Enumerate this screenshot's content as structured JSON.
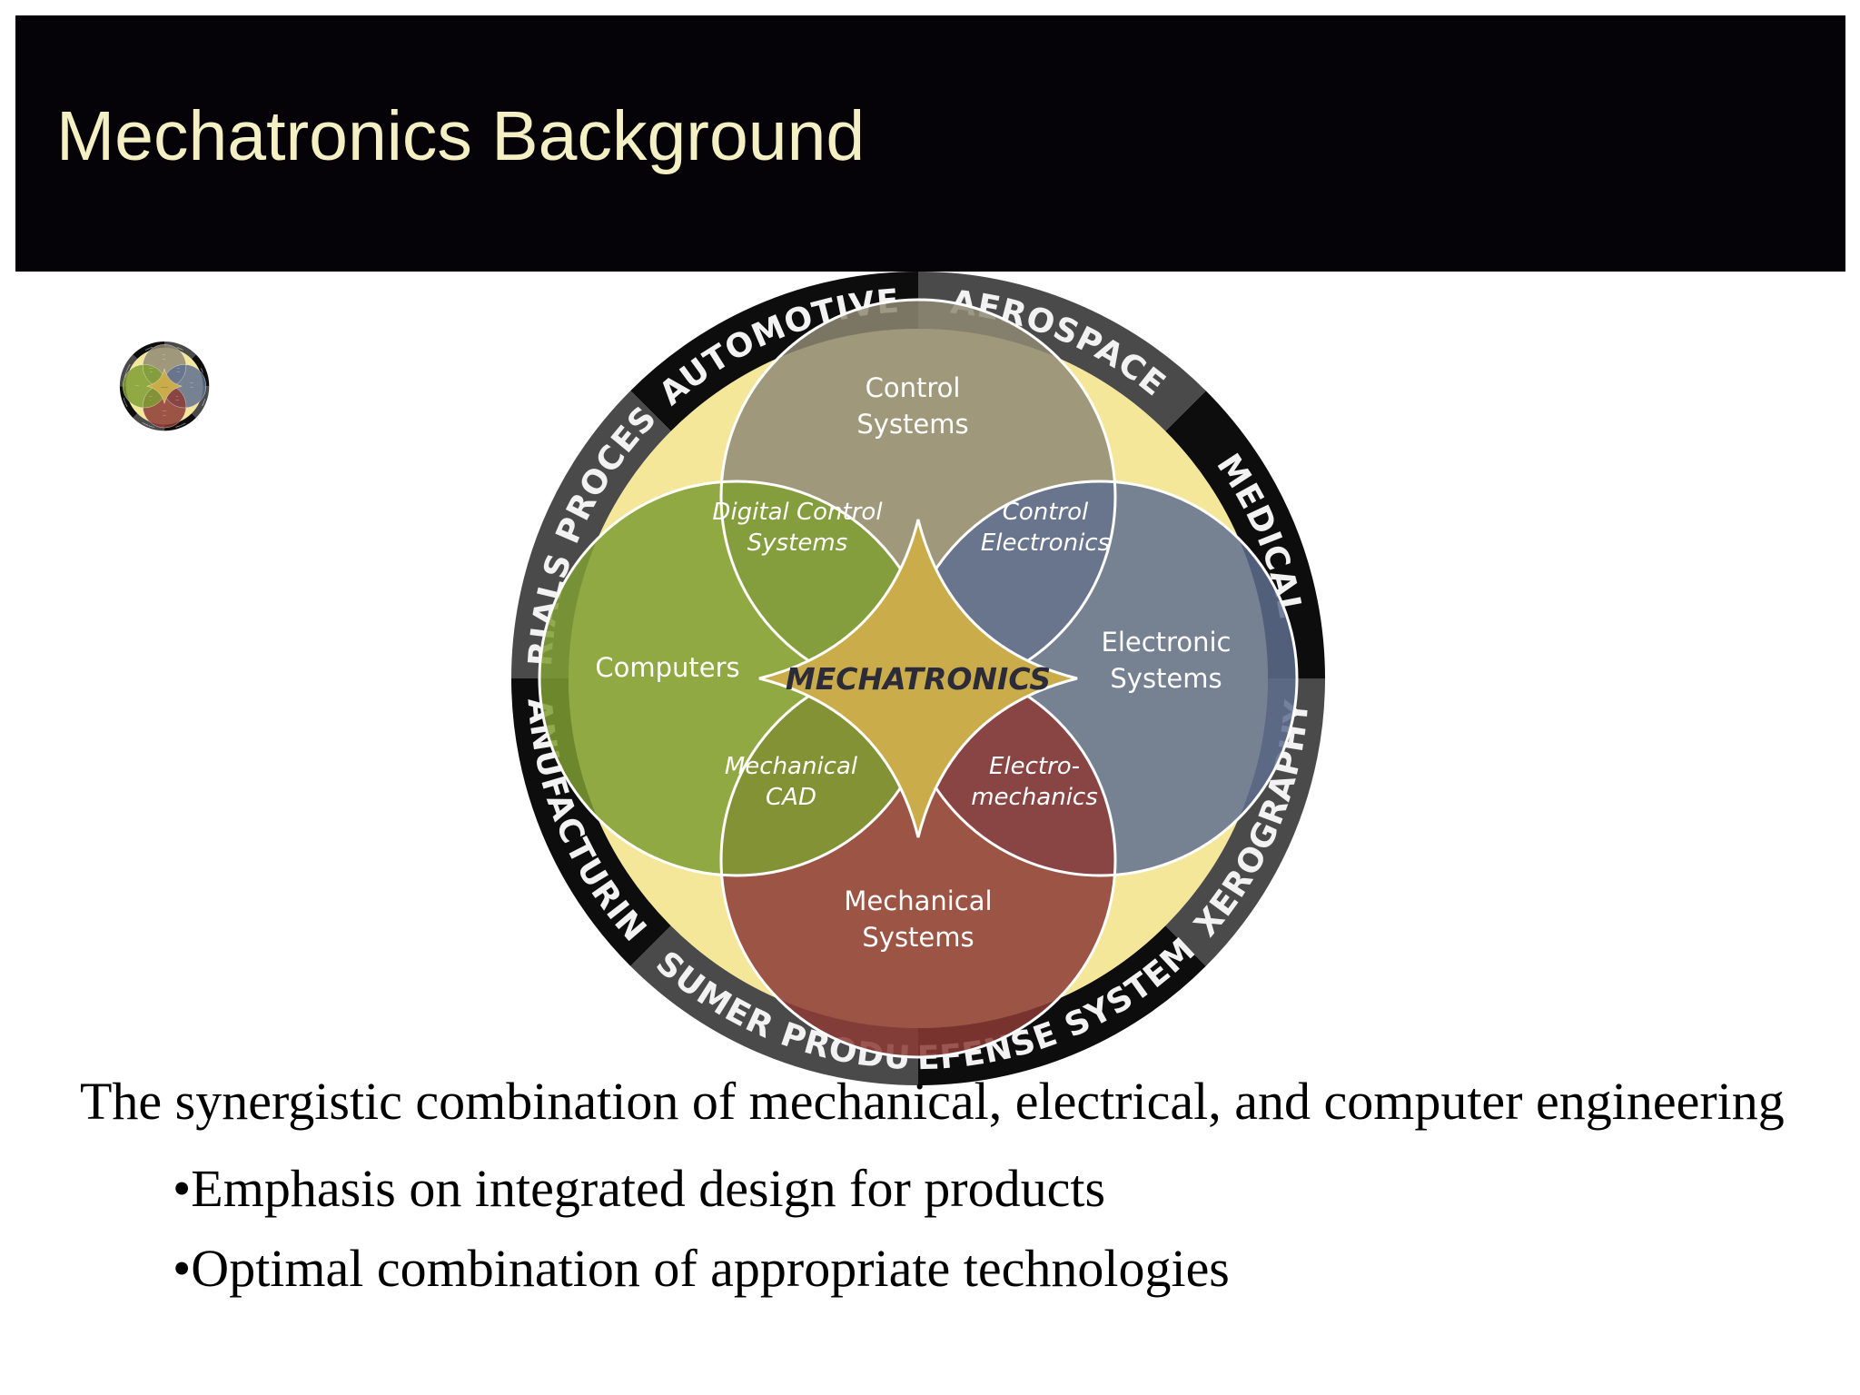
{
  "slide": {
    "title": "Mechatronics Background",
    "body": {
      "lead": "The synergistic combination of mechanical, electrical, and computer engineering",
      "bullets": [
        "•Emphasis on integrated design for products",
        "•Optimal combination of appropriate technologies"
      ]
    }
  },
  "diagram": {
    "ring_segments": [
      {
        "label": "AUTOMOTIVE",
        "style": "dark"
      },
      {
        "label": "AEROSPACE",
        "style": "gray"
      },
      {
        "label": "MEDICAL",
        "style": "dark"
      },
      {
        "label": "XEROGRAPHY",
        "style": "gray"
      },
      {
        "label": "DEFENSE SYSTEMS",
        "style": "dark"
      },
      {
        "label": "CONSUMER PRODUCTS",
        "style": "gray"
      },
      {
        "label": "MANUFACTURING",
        "style": "dark"
      },
      {
        "label": "MATERIALS PROCESSING",
        "style": "gray"
      }
    ],
    "circles": [
      {
        "label_lines": [
          "Control",
          "Systems"
        ],
        "color": "#8f8a74"
      },
      {
        "label_lines": [
          "Electronic",
          "Systems"
        ],
        "color": "#5f6f8f"
      },
      {
        "label_lines": [
          "Mechanical",
          "Systems"
        ],
        "color": "#8c3b36"
      },
      {
        "label_lines": [
          "Computers"
        ],
        "color": "#7f9e32"
      }
    ],
    "overlaps": [
      {
        "label_lines": [
          "Digital Control",
          "Systems"
        ]
      },
      {
        "label_lines": [
          "Control",
          "Electronics"
        ]
      },
      {
        "label_lines": [
          "Mechanical",
          "CAD"
        ]
      },
      {
        "label_lines": [
          "Electro-",
          "mechanics"
        ]
      }
    ],
    "center_label": "MECHATRONICS",
    "colors": {
      "ring_dark": "#0d0d0d",
      "ring_gray": "#4a4a4a",
      "ring_text": "#f2f2f2",
      "fill_area": "#f5e79a",
      "center": "#cbac4a",
      "center_text": "#2b2b3a"
    }
  }
}
